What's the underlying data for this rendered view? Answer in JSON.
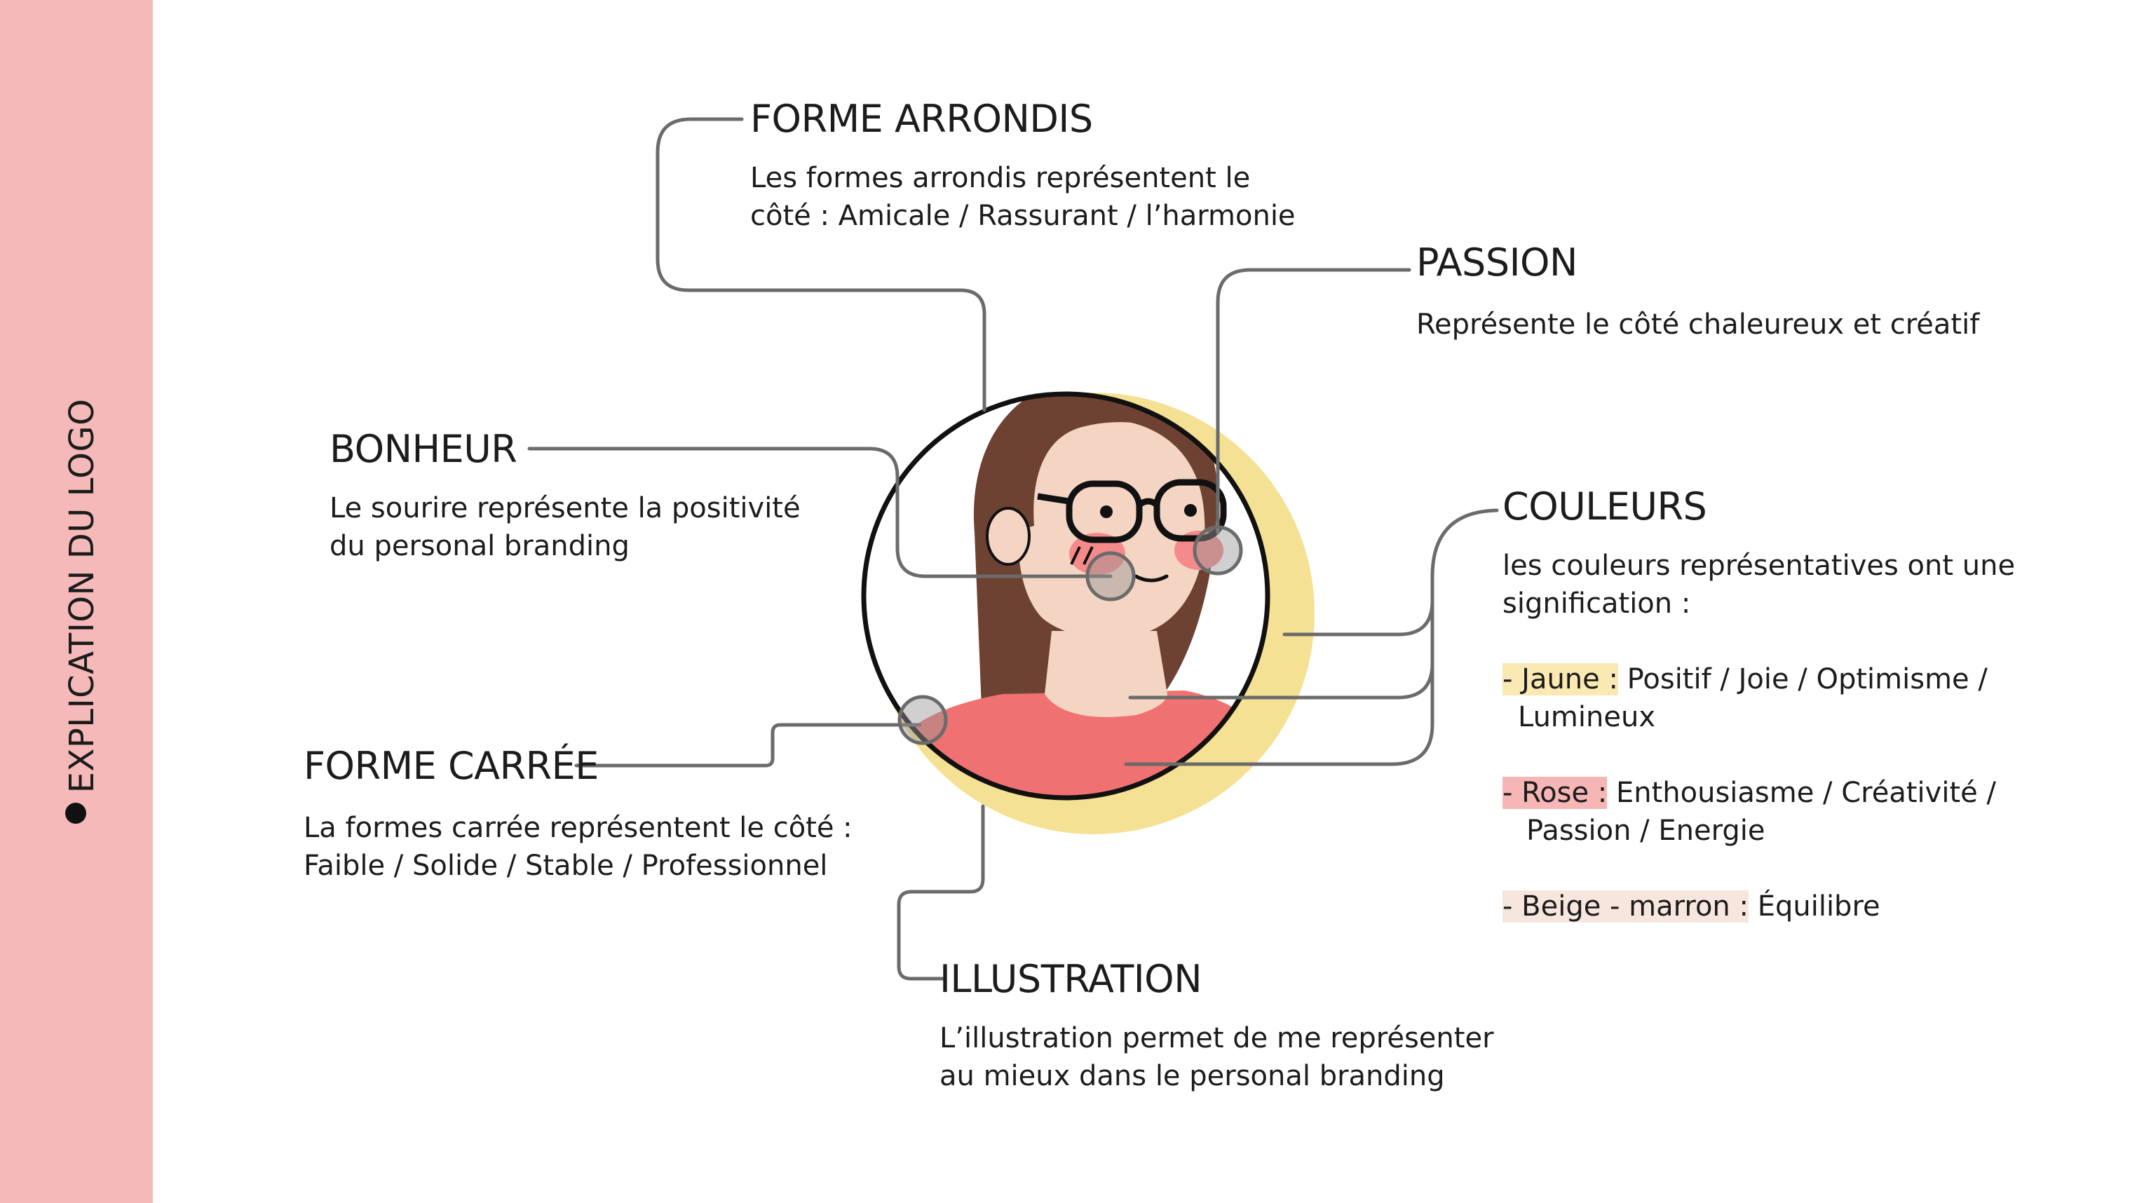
{
  "sidebar": {
    "title": "EXPLICATION DU LOGO"
  },
  "colors": {
    "sidebar": "#f6b9b9",
    "connector": "#6b6b6b",
    "hair": "#6e4232",
    "skin": "#f4d4c2",
    "shirt": "#f07171",
    "halo": "#f5e193",
    "blush": "#f48a8a",
    "highlight_yellow": "#fbe9b3",
    "highlight_pink": "#f6b6b6",
    "highlight_beige": "#f7e6de"
  },
  "sections": {
    "forme_arrondis": {
      "title": "FORME ARRONDIS",
      "lines": [
        "Les formes arrondis représentent le",
        "côté : Amicale / Rassurant / l’harmonie"
      ]
    },
    "passion": {
      "title": "PASSION",
      "lines": [
        "Représente le côté chaleureux et créatif"
      ]
    },
    "bonheur": {
      "title": "BONHEUR",
      "lines": [
        "Le sourire représente la positivité",
        "du personal branding"
      ]
    },
    "couleurs": {
      "title": "COULEURS",
      "lines": [
        "les couleurs représentatives ont une",
        "signification :"
      ],
      "items": [
        {
          "label": "- Jaune :",
          "text": " Positif / Joie / Optimisme /",
          "cont": "  Lumineux"
        },
        {
          "label": "- Rose :",
          "text": " Enthousiasme / Créativité /",
          "cont": "   Passion / Energie"
        },
        {
          "label": "- Beige - marron :",
          "text": " Équilibre"
        }
      ]
    },
    "forme_carree": {
      "title": "FORME CARRÉE",
      "lines": [
        "La formes carrée représentent le côté :",
        "Faible / Solide / Stable / Professionnel"
      ]
    },
    "illustration": {
      "title": "ILLUSTRATION",
      "lines": [
        "L’illustration permet de me représenter",
        "au mieux dans le personal branding"
      ]
    }
  }
}
